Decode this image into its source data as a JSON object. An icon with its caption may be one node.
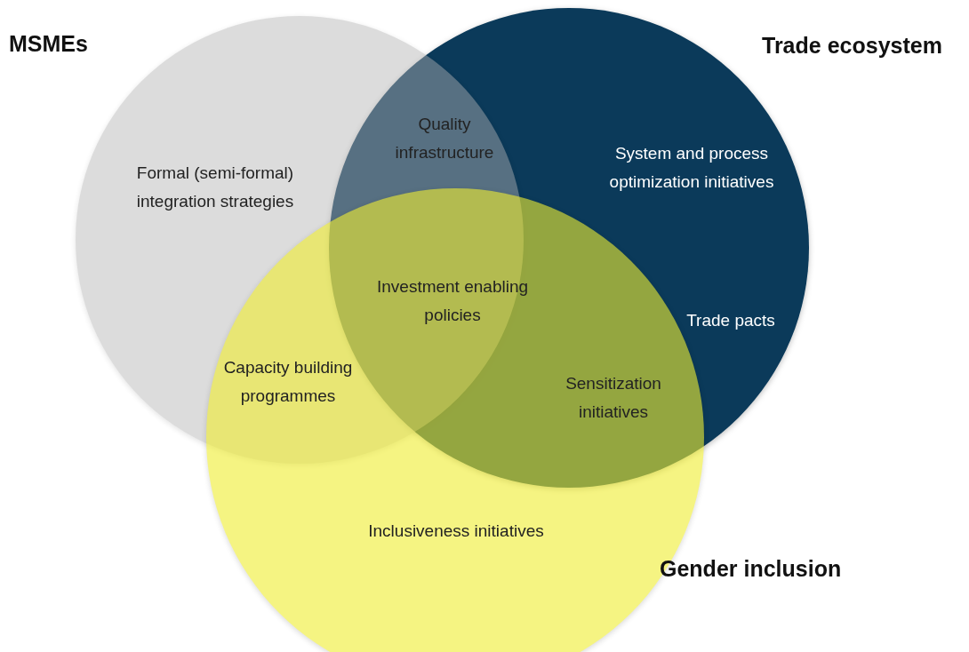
{
  "diagram": {
    "nodes": [
      {
        "text": [
          "MSMEs"
        ]
      },
      {
        "text": [
          "Trade ecosystem"
        ]
      },
      {
        "text": [
          "Gender inclusion"
        ]
      }
    ],
    "labels": [
      "Quality infrastructure",
      "Formal (semi-formal) integration strategies",
      "System and process optimization initiatives",
      "Investment enabling policies",
      "Trade pacts",
      "Capacity building programmes",
      "Sensitization initiatives",
      "Inclusiveness initiatives"
    ]
  }
}
